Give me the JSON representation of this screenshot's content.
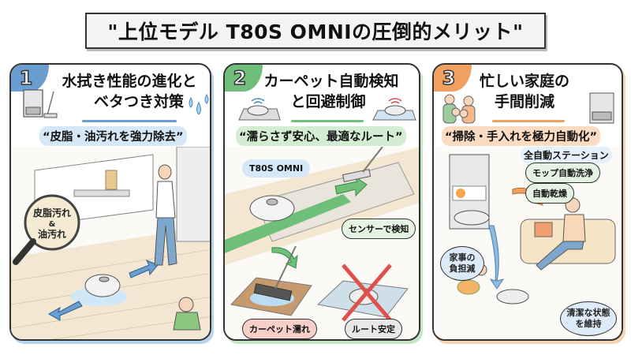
{
  "title": "\"上位モデル T80S OMNIの圧倒的メリット\"",
  "colors": {
    "panel1": "#6a9ed0",
    "panel2": "#6fbf7a",
    "panel3": "#f0a060"
  },
  "panels": [
    {
      "number": "1",
      "heading_line1": "水拭き性能の進化と",
      "heading_line2": "ベタつき対策",
      "subtitle": "“皮脂・油汚れを強力除去”",
      "magnifier_line1": "皮脂汚れ",
      "magnifier_line2": "&",
      "magnifier_line3": "油汚れ",
      "icons": [
        "station-icon",
        "mop-icon",
        "water-drops-icon",
        "magnifier-icon",
        "robot-vacuum-icon",
        "woman-walking",
        "child-playing"
      ]
    },
    {
      "number": "2",
      "heading_line1": "カーペット自動検知",
      "heading_line2": "と回避制御",
      "subtitle": "“濡らさず安心、最適なルート”",
      "model_label": "T80S OMNI",
      "sensor_label": "センサーで検知",
      "bad_label": "カーペット濡れ",
      "good_label": "ルート安定"
    },
    {
      "number": "3",
      "heading_line1": "忙しい家庭の",
      "heading_line2": "手間削減",
      "subtitle": "“掃除・手入れを極力自動化”",
      "station_label": "全自動ステーション",
      "feature1": "モップ自動洗浄",
      "feature2": "自動乾燥",
      "bubble1_line1": "家事の",
      "bubble1_line2": "負担減",
      "bubble2_line1": "清潔な状態",
      "bubble2_line2": "を維持"
    }
  ]
}
